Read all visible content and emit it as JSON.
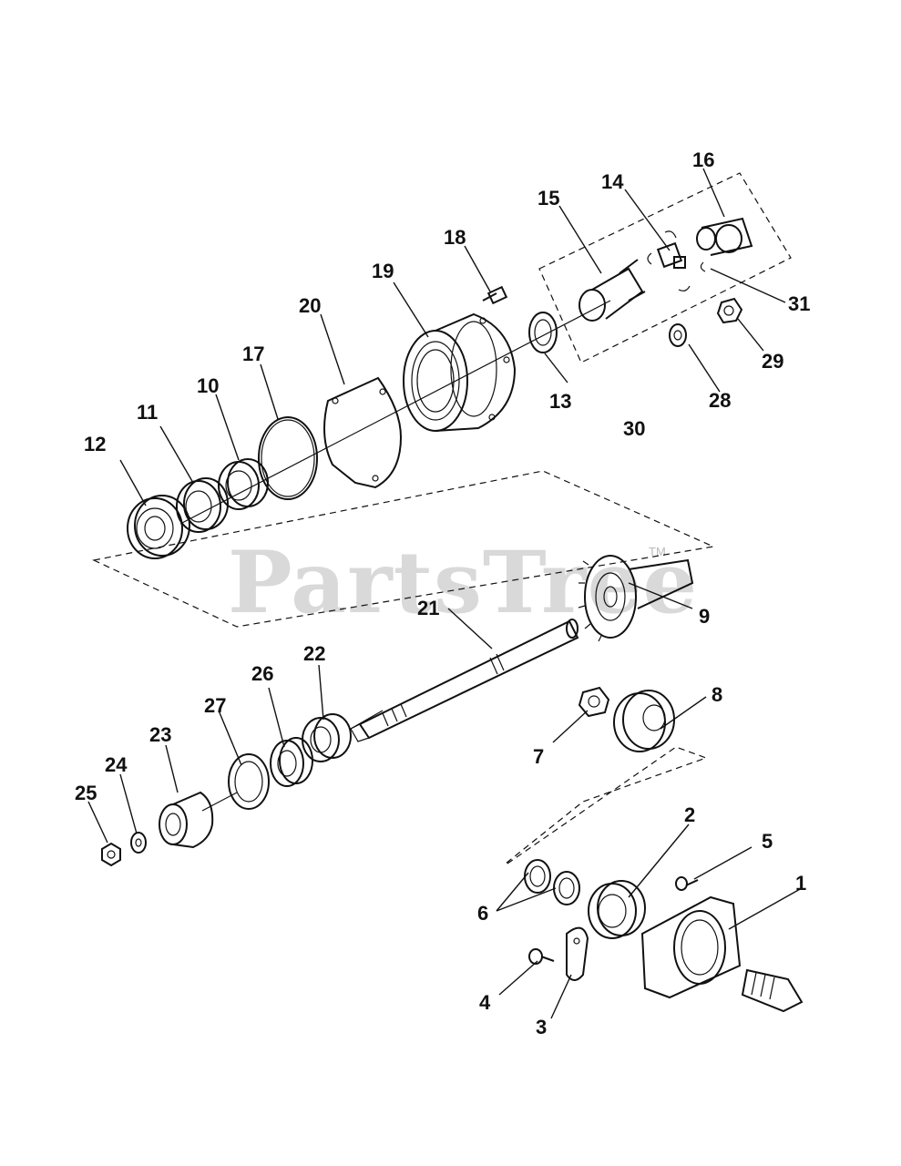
{
  "watermark": {
    "text": "PartsTree",
    "tm": "TM"
  },
  "labels": {
    "p1": "1",
    "p2": "2",
    "p3": "3",
    "p4": "4",
    "p5": "5",
    "p6": "6",
    "p7": "7",
    "p8": "8",
    "p9": "9",
    "p10": "10",
    "p11": "11",
    "p12": "12",
    "p13": "13",
    "p14": "14",
    "p15": "15",
    "p16": "16",
    "p17": "17",
    "p18": "18",
    "p19": "19",
    "p20": "20",
    "p21": "21",
    "p22": "22",
    "p23": "23",
    "p24": "24",
    "p25": "25",
    "p26": "26",
    "p27": "27",
    "p28": "28",
    "p29": "29",
    "p30": "30",
    "p31": "31"
  }
}
